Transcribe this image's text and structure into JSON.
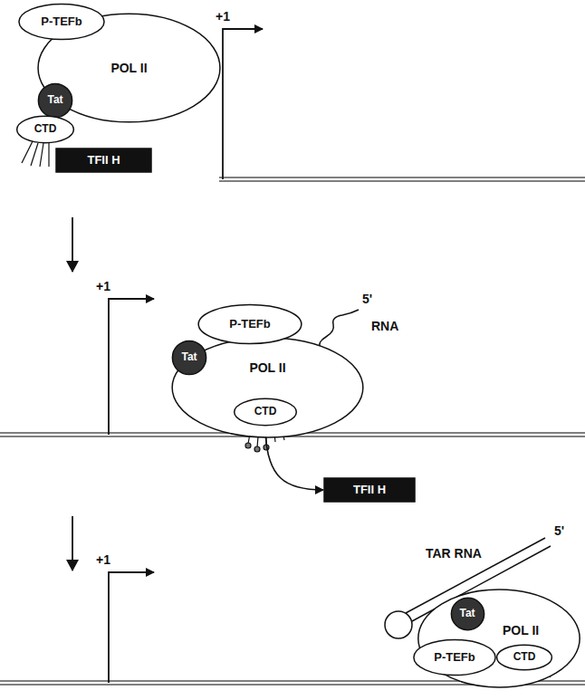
{
  "diagram": {
    "nodes": [
      {
        "text": [
          "P-TEFb"
        ]
      },
      {
        "text": [
          "Tat"
        ]
      },
      {
        "text": [
          "POL II"
        ]
      },
      {
        "text": [
          "CTD"
        ]
      },
      {
        "text": [
          "TFII H"
        ]
      },
      {
        "text": [
          "P-TEFb"
        ]
      },
      {
        "text": [
          "Tat"
        ]
      },
      {
        "text": [
          "POL II"
        ]
      },
      {
        "text": [
          "CTD"
        ]
      },
      {
        "text": [
          "TFII H"
        ]
      },
      {
        "text": [
          "Tat"
        ]
      },
      {
        "text": [
          "POL II"
        ]
      },
      {
        "text": [
          "P-TEFb"
        ]
      },
      {
        "text": [
          "CTD"
        ]
      }
    ],
    "edges": [
      {
        "from": 8,
        "to": 9,
        "arrow": "to"
      }
    ],
    "labels": [
      "+1",
      "+1",
      "5'",
      "RNA",
      "+1",
      "5'",
      "TAR RNA"
    ]
  }
}
